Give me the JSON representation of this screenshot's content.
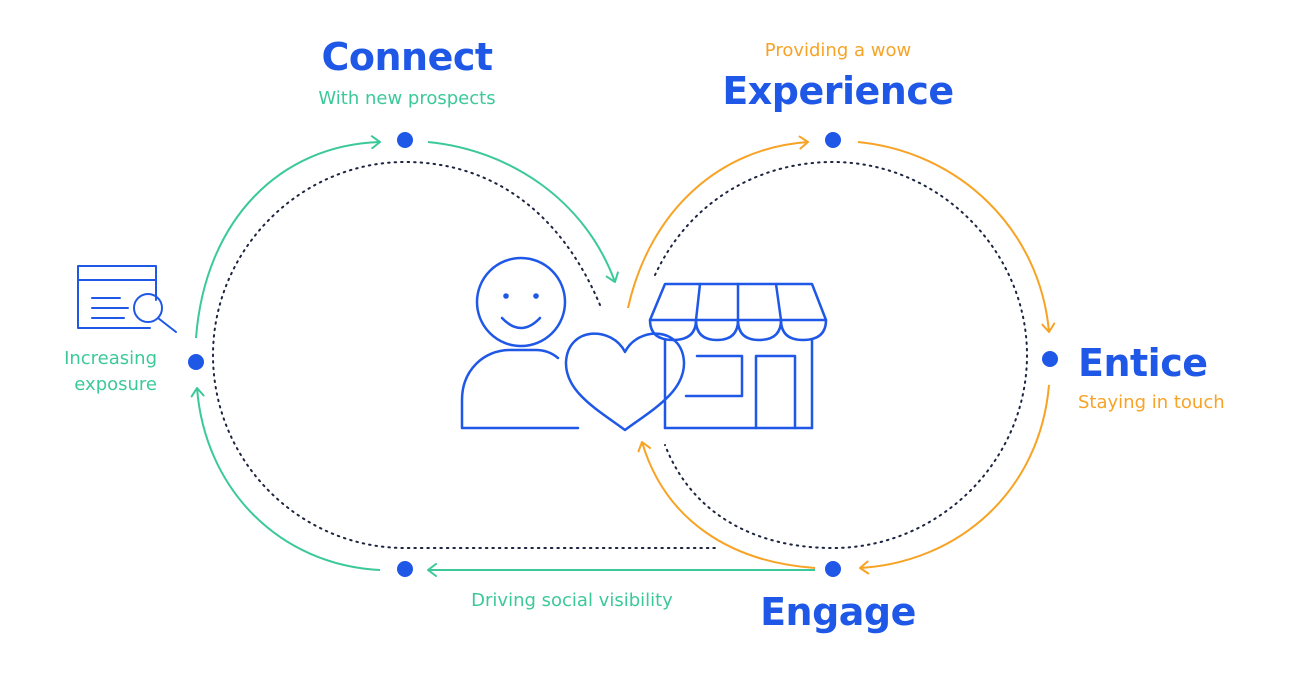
{
  "colors": {
    "blue": "#1f57e7",
    "green": "#3cc99a",
    "orange": "#f7a325",
    "dots": "#1c2440"
  },
  "stages": {
    "connect": {
      "title": "Connect",
      "subtitle": "With new prospects"
    },
    "experience": {
      "title": "Experience",
      "subtitle": "Providing a wow"
    },
    "entice": {
      "title": "Entice",
      "subtitle": "Staying in touch"
    },
    "engage": {
      "title": "Engage",
      "subtitle": "Driving social visibility"
    },
    "exposure": {
      "line1": "Increasing",
      "line2": "exposure"
    }
  },
  "icons": {
    "left": "search-document-icon",
    "center_person": "smiling-person-icon",
    "center_heart": "heart-icon",
    "center_store": "storefront-icon"
  }
}
